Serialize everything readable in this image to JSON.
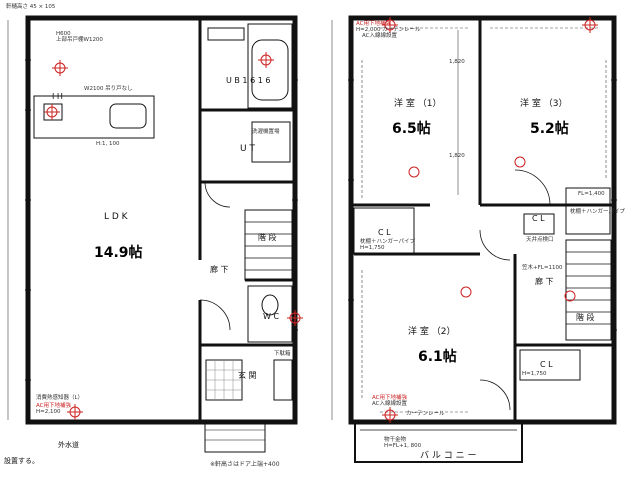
{
  "floor1": {
    "top_note": "軒樋高さ 45 × 105",
    "ldk_label": "L D K",
    "ldk_size": "14.9帖",
    "ih_label": "I H",
    "cupboard_note": "W2100 吊り戸なし",
    "range_note": "上部吊戸棚W1200",
    "dim_h600": "H600",
    "dim_h100": "H:1, 100",
    "ub_label": "U B 1 6 1 6",
    "ut_label": "U T",
    "washer_note": "洗濯機置場",
    "stairs_label": "階 段",
    "hall_label": "廊 下",
    "wc_label": "W C",
    "entrance_label": "玄 関",
    "entrance_box": "下駄箱",
    "sensor_note": "AC用下地補強",
    "sensor_note2": "H=2,100",
    "fire_note": "消費熱感知器（L）",
    "outside_label": "外水道",
    "bottom_note": "※軒高さはドア上端+400",
    "left_note": "設置する。"
  },
  "floor2": {
    "room1_label": "洋 室 （1）",
    "room1_size": "6.5帖",
    "room3_label": "洋 室 （3）",
    "room3_size": "5.2帖",
    "room2_label": "洋 室 （2）",
    "room2_size": "6.1帖",
    "hall_label": "廊 下",
    "stairs_label": "階 段",
    "cl_label": "C L",
    "curtain_rail": "カーテンレール",
    "ac_note": "AC用下地補強",
    "ac_note2": "H=2,000",
    "ac_inlet": "AC入線線設置",
    "balcony_label": "バ ル コ ニ ー",
    "dim_1820": "1,820",
    "dim_1820b": "1,820",
    "pipe_note": "枕棚＋ハンガーパイプ",
    "pipe_note2": "H=1,750",
    "dim_fl": "FL=1,400",
    "mat_note": "天井点検口",
    "hall_note": "笠木+FL=1100",
    "balcony_note": "物干金物",
    "balcony_note2": "H=FL+1, 800"
  },
  "colors": {
    "wall": "#111111",
    "red": "#cc2222",
    "line": "#444444"
  }
}
